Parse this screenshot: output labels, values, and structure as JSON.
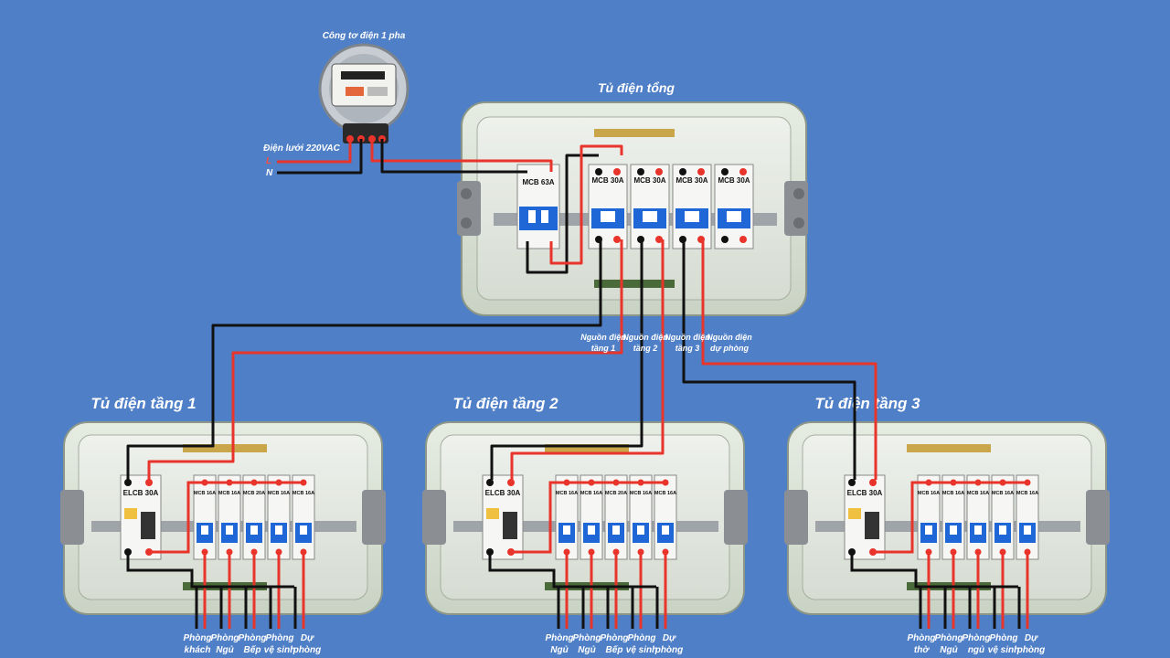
{
  "meter": {
    "title": "Công tơ điện 1 pha"
  },
  "grid": {
    "label": "Điện lưới 220VAC",
    "l": "L",
    "n": "N"
  },
  "main_panel": {
    "title": "Tủ điện tổng",
    "main_breaker": "MCB 63A",
    "breakers": [
      "MCB 30A",
      "MCB 30A",
      "MCB 30A",
      "MCB 30A"
    ],
    "outputs": [
      {
        "line1": "Nguồn điện",
        "line2": "tầng 1"
      },
      {
        "line1": "Nguồn điện",
        "line2": "tầng 2"
      },
      {
        "line1": "Nguồn điện",
        "line2": "tầng 3"
      },
      {
        "line1": "Nguồn điện",
        "line2": "dự phòng"
      }
    ]
  },
  "floor_panels": [
    {
      "title": "Tủ điện tầng 1",
      "elcb": "ELCB 30A",
      "breakers": [
        "MCB 16A",
        "MCB 16A",
        "MCB 20A",
        "MCB 16A",
        "MCB 16A"
      ],
      "rooms": [
        {
          "line1": "Phòng",
          "line2": "khách"
        },
        {
          "line1": "Phòng",
          "line2": "Ngủ"
        },
        {
          "line1": "Phòng",
          "line2": "Bếp"
        },
        {
          "line1": "Phòng",
          "line2": "vệ sinh"
        },
        {
          "line1": "Dự",
          "line2": "phòng"
        }
      ]
    },
    {
      "title": "Tủ điện tầng 2",
      "elcb": "ELCB 30A",
      "breakers": [
        "MCB 16A",
        "MCB 16A",
        "MCB 20A",
        "MCB 16A",
        "MCB 16A"
      ],
      "rooms": [
        {
          "line1": "Phòng",
          "line2": "Ngủ"
        },
        {
          "line1": "Phòng",
          "line2": "Ngủ"
        },
        {
          "line1": "Phòng",
          "line2": "Bếp"
        },
        {
          "line1": "Phòng",
          "line2": "vệ sinh"
        },
        {
          "line1": "Dự",
          "line2": "phòng"
        }
      ]
    },
    {
      "title": "Tủ điện tầng 3",
      "elcb": "ELCB 30A",
      "breakers": [
        "MCB 16A",
        "MCB 16A",
        "MCB 16A",
        "MCB 16A",
        "MCB 16A"
      ],
      "rooms": [
        {
          "line1": "Phòng",
          "line2": "thờ"
        },
        {
          "line1": "Phòng",
          "line2": "Ngủ"
        },
        {
          "line1": "Phòng",
          "line2": "ngủ"
        },
        {
          "line1": "Phòng",
          "line2": "vệ sinh"
        },
        {
          "line1": "Dự",
          "line2": "phòng"
        }
      ]
    }
  ],
  "colors": {
    "phase_wire": "#e8342b",
    "neutral_wire": "#111111",
    "background": "#4f7fc7",
    "enclosure": "#d9e1d3",
    "breaker_toggle": "#1f66d6"
  }
}
